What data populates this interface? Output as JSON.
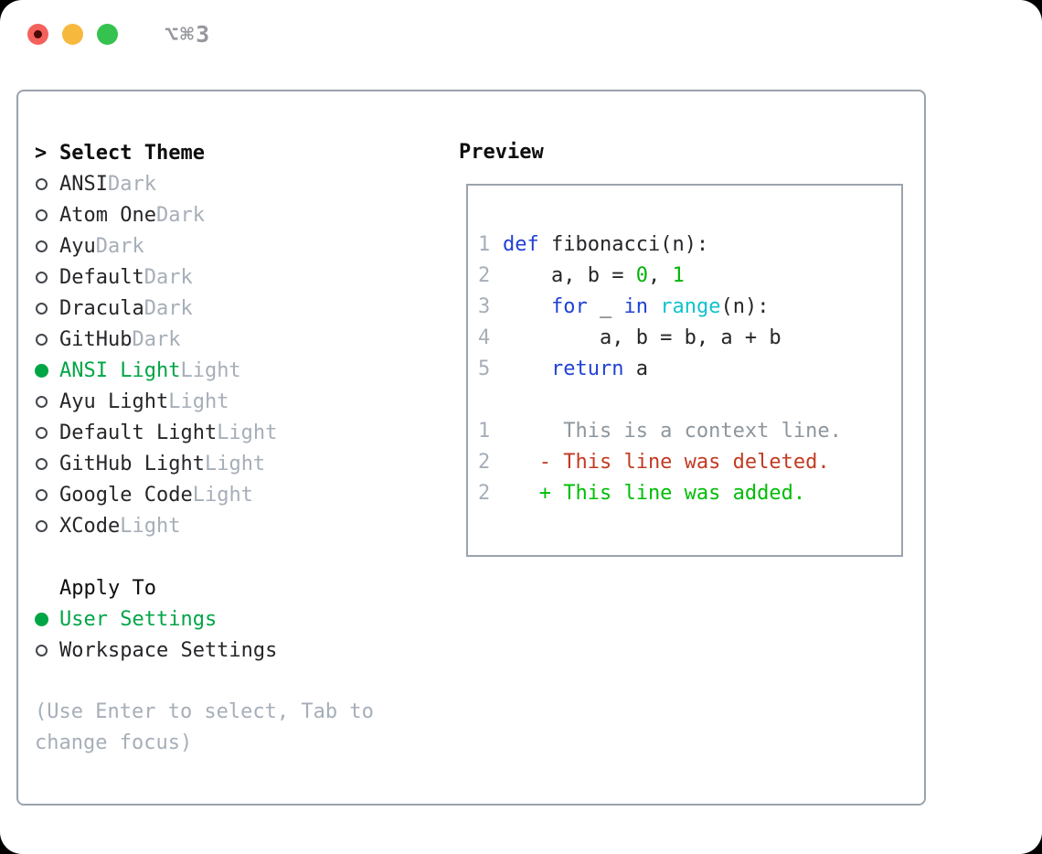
{
  "titlebar": {
    "shortcut": "⌥⌘3"
  },
  "theme_panel": {
    "cursor": ">",
    "header": "Select Theme",
    "items": [
      {
        "name": "ANSI",
        "variant": "Dark",
        "selected": false
      },
      {
        "name": "Atom One",
        "variant": "Dark",
        "selected": false
      },
      {
        "name": "Ayu",
        "variant": "Dark",
        "selected": false
      },
      {
        "name": "Default",
        "variant": "Dark",
        "selected": false
      },
      {
        "name": "Dracula",
        "variant": "Dark",
        "selected": false
      },
      {
        "name": "GitHub",
        "variant": "Dark",
        "selected": false
      },
      {
        "name": "ANSI Light",
        "variant": "Light",
        "selected": true
      },
      {
        "name": "Ayu Light",
        "variant": "Light",
        "selected": false
      },
      {
        "name": "Default Light",
        "variant": "Light",
        "selected": false
      },
      {
        "name": "GitHub Light",
        "variant": "Light",
        "selected": false
      },
      {
        "name": "Google Code",
        "variant": "Light",
        "selected": false
      },
      {
        "name": "XCode",
        "variant": "Light",
        "selected": false
      }
    ],
    "apply_header": "Apply To",
    "apply_items": [
      {
        "name": "User Settings",
        "selected": true
      },
      {
        "name": "Workspace Settings",
        "selected": false
      }
    ],
    "hint": "(Use Enter to select, Tab to\nchange focus)"
  },
  "preview": {
    "title": "Preview",
    "code_lines": [
      {
        "num": "1",
        "segments": [
          {
            "t": "def",
            "c": "kw"
          },
          {
            "t": " fibonacci(n):",
            "c": "plain"
          }
        ]
      },
      {
        "num": "2",
        "segments": [
          {
            "t": "    a, b = ",
            "c": "plain"
          },
          {
            "t": "0",
            "c": "num"
          },
          {
            "t": ", ",
            "c": "plain"
          },
          {
            "t": "1",
            "c": "num"
          }
        ]
      },
      {
        "num": "3",
        "segments": [
          {
            "t": "    ",
            "c": "plain"
          },
          {
            "t": "for",
            "c": "kw"
          },
          {
            "t": " _ ",
            "c": "plain"
          },
          {
            "t": "in",
            "c": "kw"
          },
          {
            "t": " ",
            "c": "plain"
          },
          {
            "t": "range",
            "c": "fn"
          },
          {
            "t": "(n):",
            "c": "plain"
          }
        ]
      },
      {
        "num": "4",
        "segments": [
          {
            "t": "        a, b = b, a + b",
            "c": "plain"
          }
        ]
      },
      {
        "num": "5",
        "segments": [
          {
            "t": "    ",
            "c": "plain"
          },
          {
            "t": "return",
            "c": "kw"
          },
          {
            "t": " a",
            "c": "plain"
          }
        ]
      },
      {
        "num": "",
        "segments": []
      },
      {
        "num": "1",
        "segments": [
          {
            "t": "     This is a context line.",
            "c": "ctx"
          }
        ]
      },
      {
        "num": "2",
        "segments": [
          {
            "t": "   - This line was deleted.",
            "c": "del"
          }
        ]
      },
      {
        "num": "2",
        "segments": [
          {
            "t": "   + This line was added.",
            "c": "add"
          }
        ]
      }
    ]
  },
  "colors": {
    "border": "#9aa3ad",
    "header": "#0d0d0f",
    "plain": "#26262a",
    "muted": "#a6aeb8",
    "ring": "#43474d",
    "green_sel": "#00a546",
    "kw": "#2141d6",
    "fn": "#10c3cb",
    "num": "#00b306",
    "ctx": "#8d969d",
    "del": "#c23a22",
    "add": "#00bd06",
    "ln": "#a6aeb8",
    "shortcut": "#96989d",
    "tl_red": "#f4615b",
    "tl_red_dot": "#4a0b06",
    "tl_yellow": "#f6b93e",
    "tl_green": "#36c24e"
  }
}
